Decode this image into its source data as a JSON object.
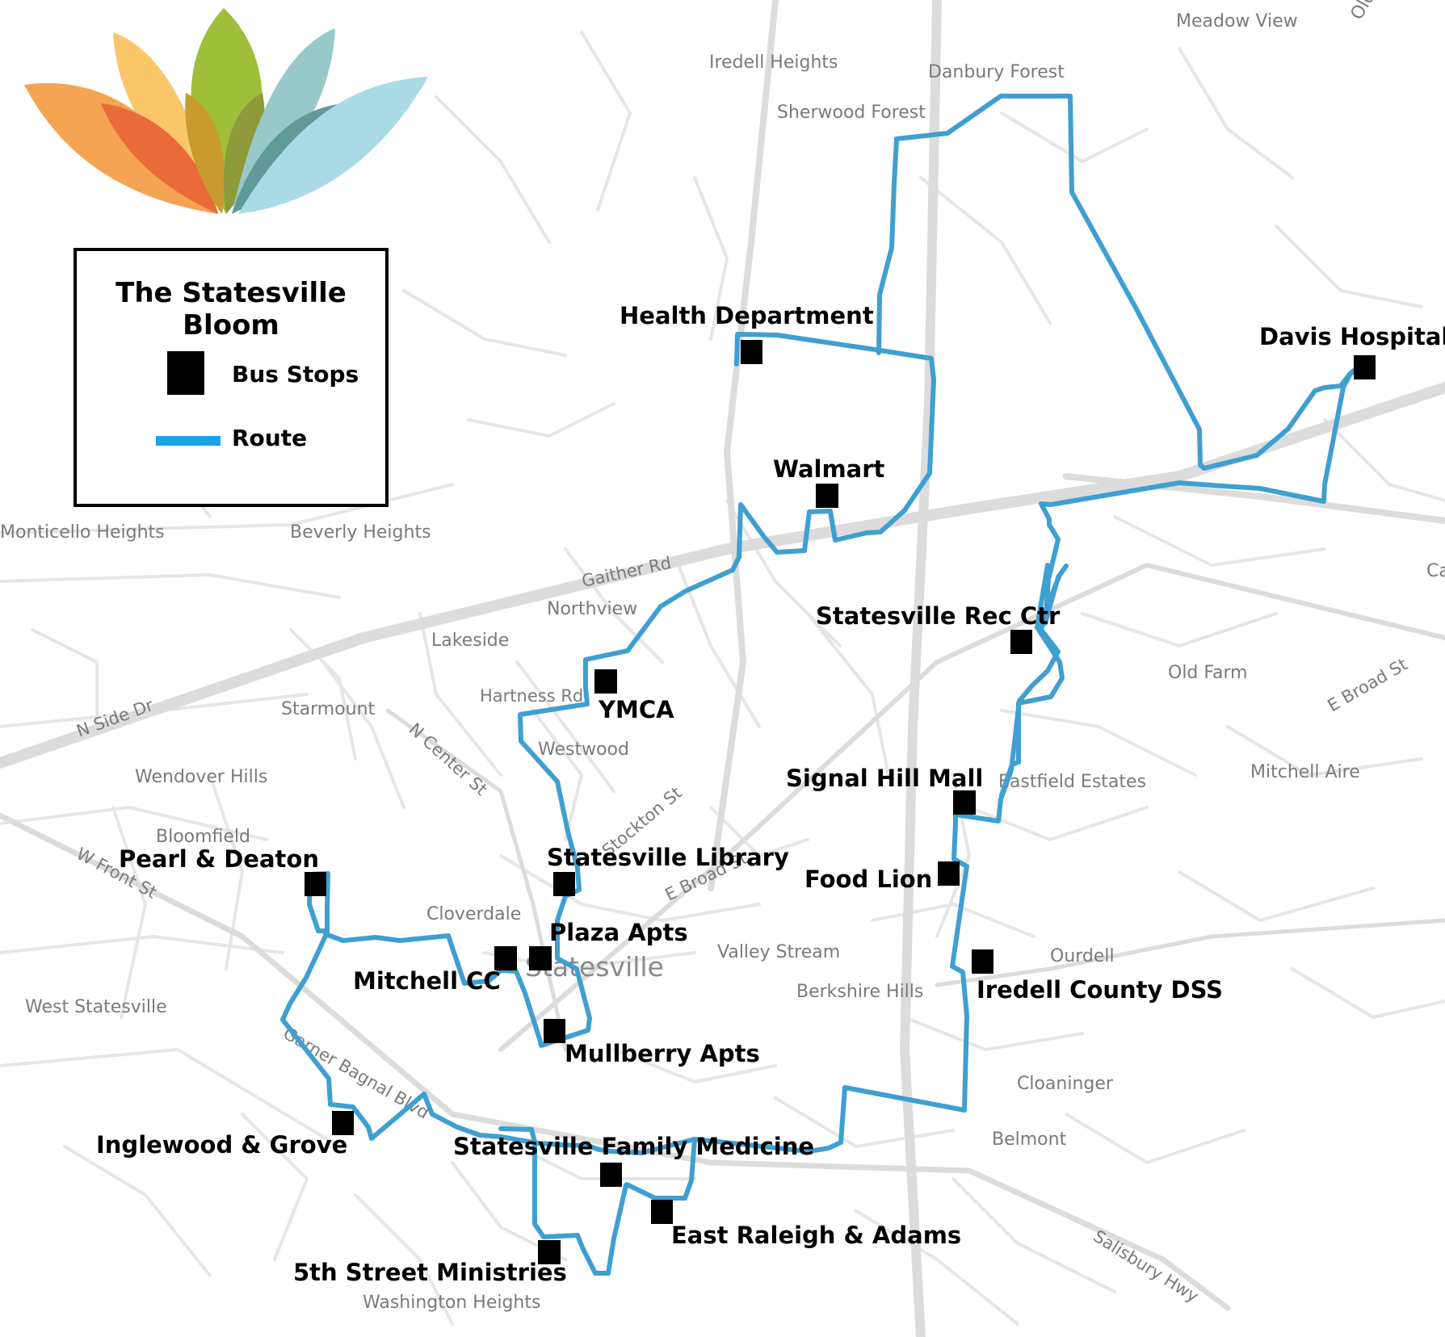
{
  "legend": {
    "title": "The Statesville Bloom",
    "stop_label": "Bus Stops",
    "route_label": "Route"
  },
  "colors": {
    "route": "#3f9fd1",
    "legend_route": "#1aa3e8",
    "stop": "#000000",
    "road_major": "#d9d9d9",
    "road_minor": "#e6e6e6",
    "label_gray": "#7a7a7a",
    "logo_petals": [
      "#f5a454",
      "#fbc66a",
      "#eb6a3a",
      "#9fbe3a",
      "#c99a2e",
      "#8f9a3a",
      "#97c9c9",
      "#5f9a98",
      "#a9dbe6"
    ]
  },
  "logo": {
    "icon": "lotus-bloom-logo"
  },
  "neighborhoods": [
    "Meadow View",
    "Iredell Heights",
    "Danbury Forest",
    "Sherwood Forest",
    "Monticello Heights",
    "Beverly Heights",
    "Northview",
    "Lakeside",
    "Starmount",
    "Wendover Hills",
    "Bloomfield",
    "Westwood",
    "Cloverdale",
    "Statesville",
    "Valley Stream",
    "Berkshire Hills",
    "Ourdell",
    "West Statesville",
    "Cloaninger",
    "Belmont",
    "Washington Heights",
    "Old Farm",
    "Eastfield Estates",
    "Mitchell Aire",
    "Ca",
    "Old"
  ],
  "streets": [
    "Gaither Rd",
    "Hartness Rd",
    "N Side Dr",
    "N Center St",
    "Stockton St",
    "E Broad St",
    "W Front St",
    "Garner Bagnal Blvd",
    "E Broad St",
    "Salisbury Hwy"
  ],
  "stops": [
    "Health Department",
    "Walmart",
    "Davis Hospital",
    "Statesville Rec Ctr",
    "YMCA",
    "Signal Hill Mall",
    "Food Lion",
    "Statesville Library",
    "Plaza Apts",
    "Pearl & Deaton",
    "Mitchell CC",
    "Iredell County DSS",
    "Mullberry Apts",
    "Statesville Family Medicine",
    "Inglewood & Grove",
    "East Raleigh & Adams",
    "5th Street Ministries"
  ]
}
